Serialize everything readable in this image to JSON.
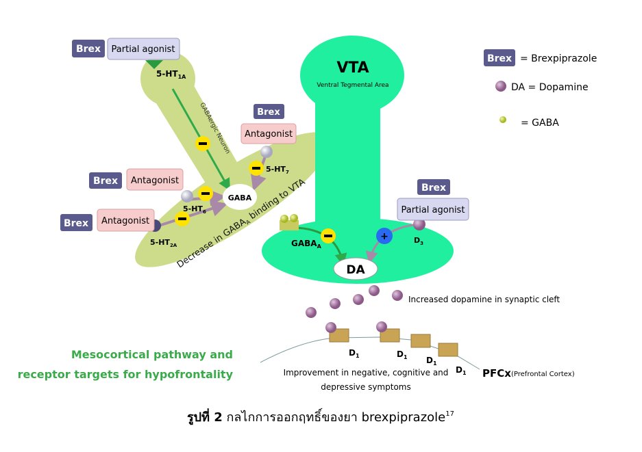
{
  "colors": {
    "brex": "#5a5a8c",
    "partial": "#d8d8f0",
    "antagonist": "#f7cccc",
    "neuron": "#cddc8a",
    "vta": "#1fef9f",
    "title_green": "#3aaa4a",
    "dopamine": "#a0709a",
    "receptor": "#c9a455"
  },
  "left": {
    "brex": "Brex",
    "partial_agonist": "Partial agonist",
    "antagonist": "Antagonist",
    "ht1a": "5-HT",
    "ht1a_sub": "1A",
    "ht7": "5-HT",
    "ht7_sub": "7",
    "ht6": "5-HT",
    "ht6_sub": "6",
    "ht2a": "5-HT",
    "ht2a_sub": "2A",
    "gaba": "GABA",
    "neuron_label": "GABAergic Neuron",
    "decrease_pre": "Decrease in GABA",
    "decrease_sub": "A",
    "decrease_post": " binding to VTA",
    "minus": "-"
  },
  "vta": {
    "title": "VTA",
    "subtitle": "Ventral Tegmental Area",
    "gabaa": "GABA",
    "gabaa_sub": "A",
    "d3": "D",
    "d3_sub": "3",
    "da": "DA",
    "plus": "+",
    "brex": "Brex",
    "partial_agonist": "Partial agonist"
  },
  "cleft": {
    "text": "Increased dopamine in synaptic cleft",
    "d1": "D",
    "d1_sub": "1",
    "improvement_line1": "Improvement in negative, cognitive and",
    "improvement_line2": "depressive symptoms",
    "pfcx": "PFCx",
    "pfcx_full": "(Prefrontal Cortex)"
  },
  "title": {
    "line1": "Mesocortical pathway and",
    "line2": "receptor targets for hypofrontality"
  },
  "legend": {
    "brex": "Brex",
    "brex_def": "= Brexpiprazole",
    "da_def": "DA = Dopamine",
    "gaba_def": "= GABA"
  },
  "caption": {
    "figure": "รูปที่ 2",
    "text": " กลไกการออกฤทธิ์ของยา brexpiprazole",
    "ref": "17"
  }
}
